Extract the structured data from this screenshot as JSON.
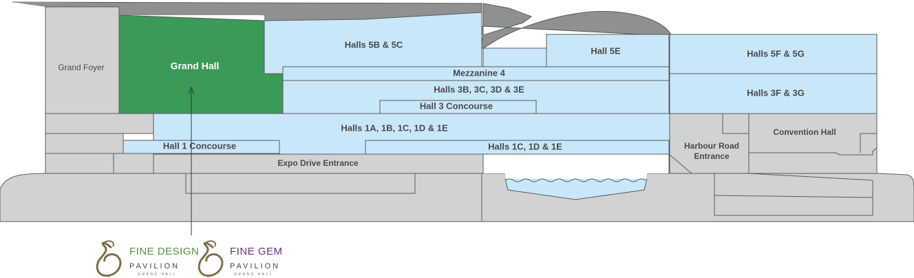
{
  "colors": {
    "roof": "#8f9092",
    "base": "#d1d2d3",
    "hall": "#c8e8fa",
    "highlight": "#3a9a58",
    "outline": "#5a5a5a",
    "fine_design": "#4f9a3a",
    "fine_gem": "#6a2c8a"
  },
  "labels": {
    "grand_foyer": "Grand Foyer",
    "grand_hall": "Grand Hall",
    "halls_5b_5c": "Halls 5B & 5C",
    "hall_5e": "Hall 5E",
    "halls_5f_5g": "Halls 5F & 5G",
    "mezzanine_4": "Mezzanine 4",
    "halls_3b_3c_3d_3e": "Halls 3B, 3C, 3D & 3E",
    "halls_3f_3g": "Halls 3F & 3G",
    "hall_3_concourse": "Hall 3 Concourse",
    "halls_1a_1e": "Halls 1A, 1B, 1C, 1D & 1E",
    "convention_hall": "Convention Hall",
    "hall_1_concourse": "Hall 1 Concourse",
    "halls_1c_1d_1e": "Halls 1C, 1D & 1E",
    "harbour_road_line1": "Harbour Road",
    "harbour_road_line2": "Entrance",
    "expo_drive_entrance": "Expo Drive Entrance"
  },
  "logos": [
    {
      "title": "FINE DESIGN",
      "subtitle": "PAVILION",
      "tag": "GRAND HALL",
      "color": "#4f9a3a",
      "icon": "swirl-emblem-icon"
    },
    {
      "title": "FINE GEM",
      "subtitle": "PAVILION",
      "tag": "GRAND HALL",
      "color": "#6a2c8a",
      "icon": "swirl-emblem-icon"
    }
  ]
}
